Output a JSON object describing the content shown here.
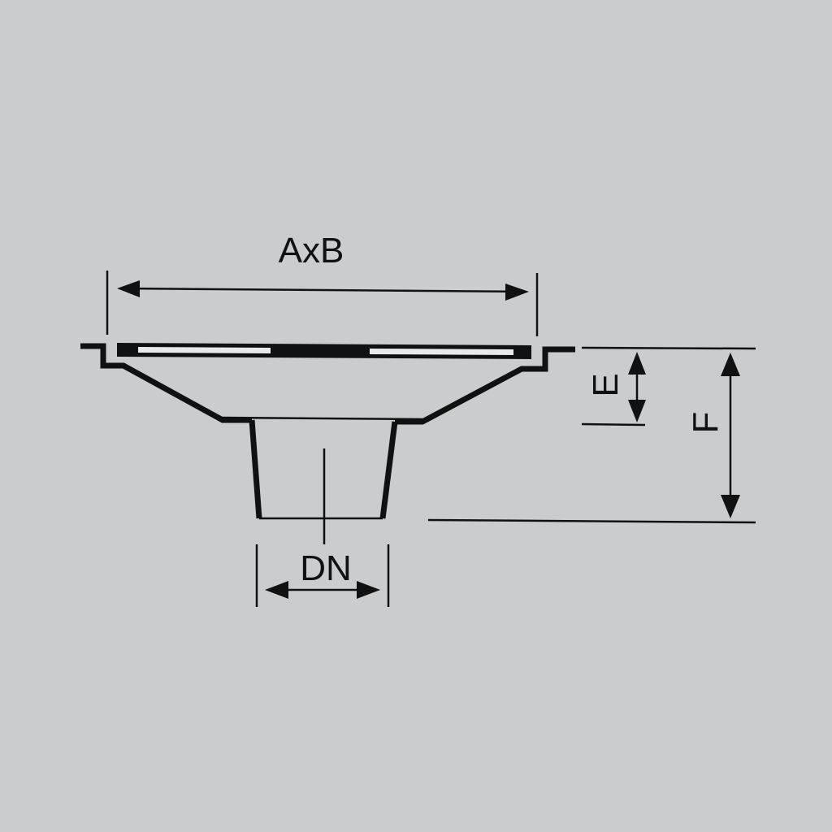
{
  "diagram": {
    "labels": {
      "width_dim": "AxB",
      "flange_depth_dim": "E",
      "total_height_dim": "F",
      "outlet_dim": "DN"
    },
    "colors": {
      "background": "#cbcccd",
      "line": "#111111",
      "grate_slot": "#e9e9e9"
    }
  }
}
